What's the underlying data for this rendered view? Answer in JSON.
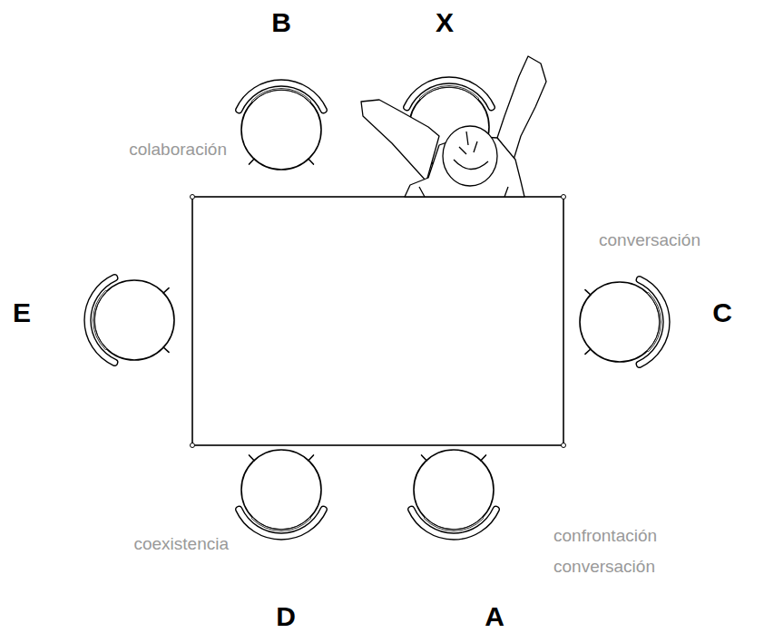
{
  "diagram": {
    "labels": [
      "B",
      "X",
      "colaboración",
      "conversación",
      "E",
      "C",
      "coexistencia",
      "confrontación conversación",
      "D",
      "A"
    ]
  }
}
